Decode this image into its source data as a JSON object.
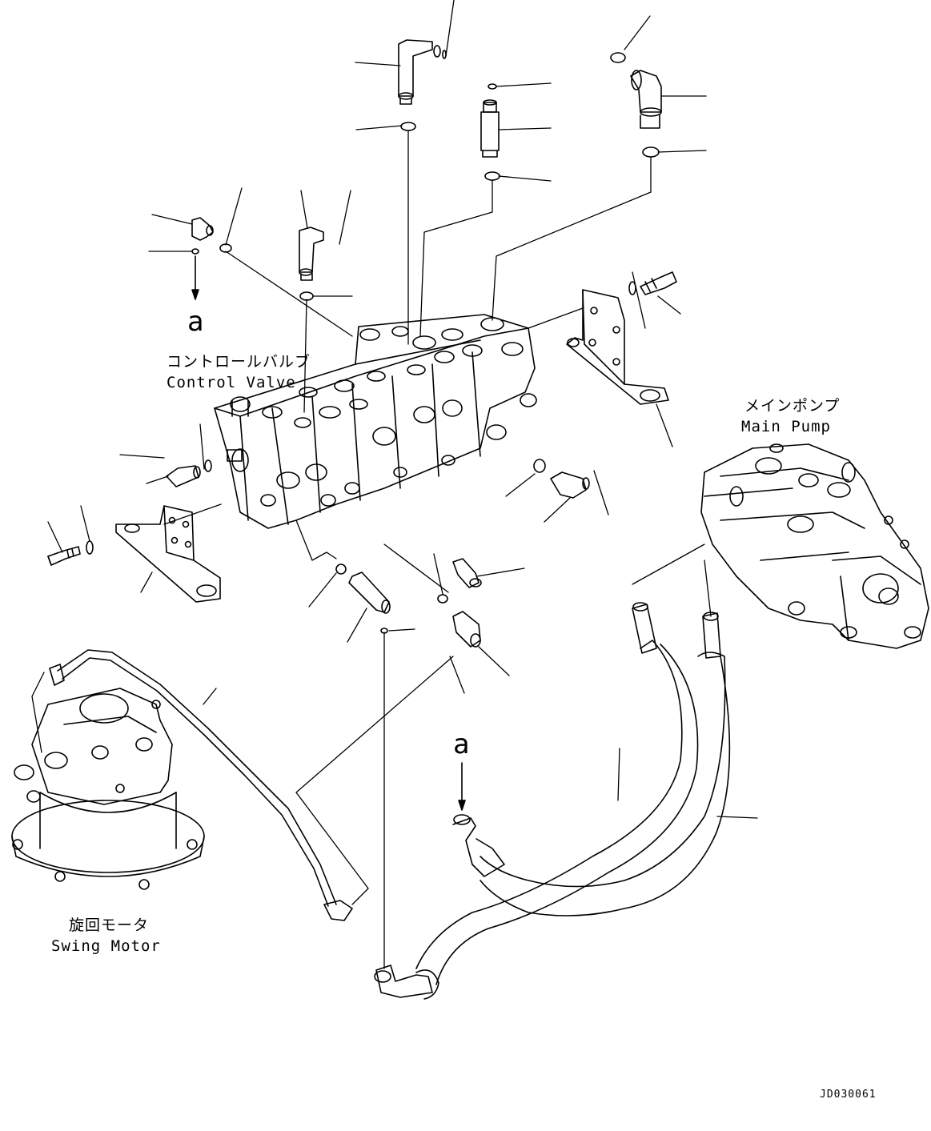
{
  "labels": {
    "control_valve_jp": "コントロールバルブ",
    "control_valve_en": "Control Valve",
    "main_pump_jp": "メインポンプ",
    "main_pump_en": "Main Pump",
    "swing_motor_jp": "旋回モータ",
    "swing_motor_en": "Swing Motor",
    "ref_a_top": "a",
    "ref_a_bottom": "a",
    "drawing_no": "JD030061"
  },
  "colors": {
    "line": "#000000",
    "background": "#ffffff"
  }
}
